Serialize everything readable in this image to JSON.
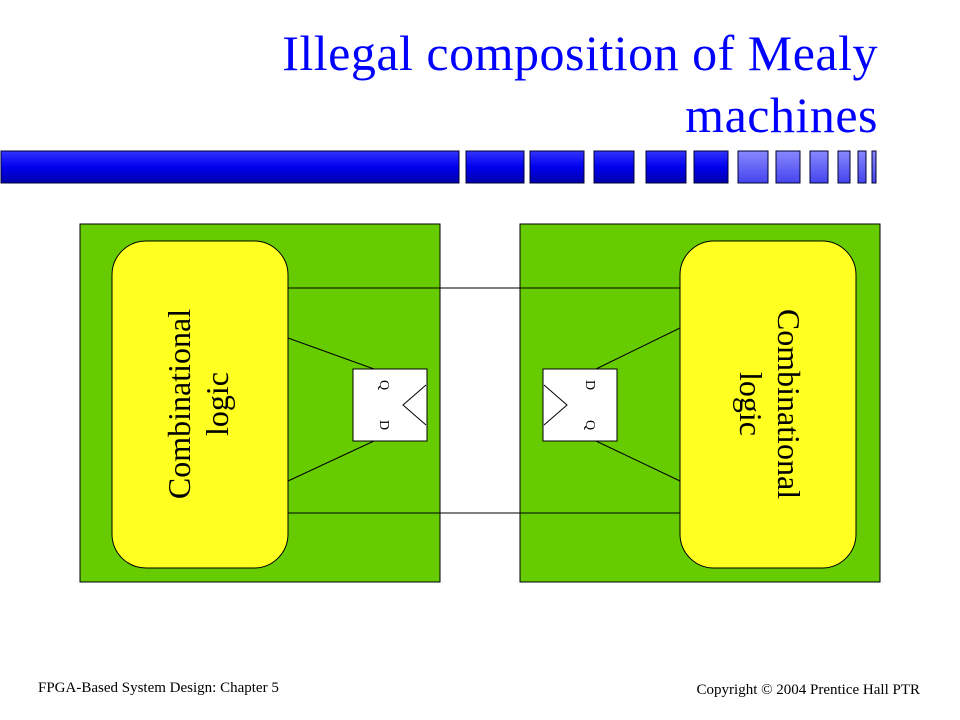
{
  "slide": {
    "title_line1": "Illegal composition of Mealy",
    "title_line2": "machines",
    "footer_left": "FPGA-Based System Design: Chapter 5",
    "footer_right": "Copyright © 2004 Prentice Hall PTR"
  },
  "diagram": {
    "left_machine": {
      "logic_line1": "Combinational",
      "logic_line2": "logic",
      "ff_d": "D",
      "ff_q": "Q"
    },
    "right_machine": {
      "logic_line1": "Combinational",
      "logic_line2": "logic",
      "ff_d": "D",
      "ff_q": "Q"
    }
  },
  "colors": {
    "title": "#0000ff",
    "machine_background": "#66cc00",
    "logic_block": "#ffff22",
    "bar_dark": "#0000cc",
    "bar_light": "#6666ff"
  }
}
